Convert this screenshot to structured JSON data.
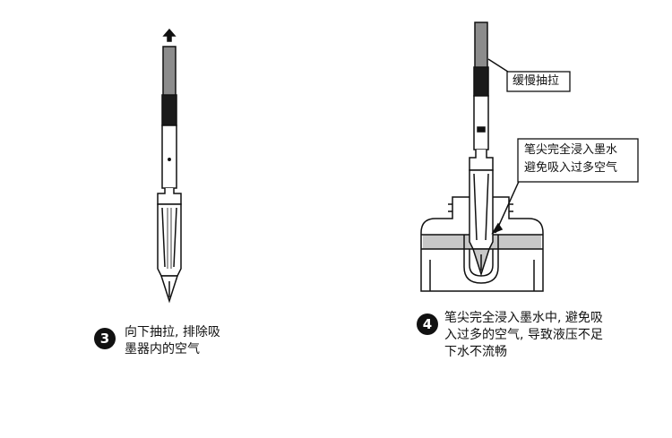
{
  "steps": [
    {
      "number": "3",
      "lines": [
        "向下抽拉, 排除吸",
        "墨器内的空气"
      ]
    },
    {
      "number": "4",
      "lines": [
        "笔尖完全浸入墨水中, 避免吸",
        "入过多的空气, 导致液压不足",
        "下水不流畅"
      ]
    }
  ],
  "callouts": {
    "pull": "缓慢抽拉",
    "immerse": [
      "笔尖完全浸入墨水",
      "避免吸入过多空气"
    ]
  },
  "colors": {
    "ink": "#111111",
    "rod": "#8c8c8c",
    "rod_dark": "#1a1a1a",
    "ink_fill": "#c8c8c8"
  }
}
